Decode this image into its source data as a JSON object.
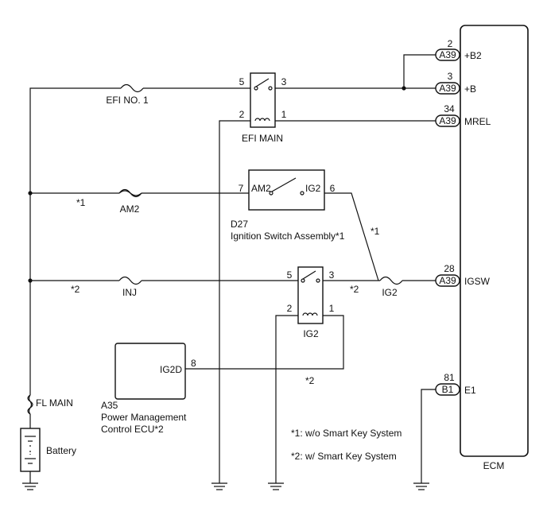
{
  "ecm": {
    "label": "ECM"
  },
  "pins": [
    {
      "num": "2",
      "conn": "A39",
      "name": "+B2"
    },
    {
      "num": "3",
      "conn": "A39",
      "name": "+B"
    },
    {
      "num": "34",
      "conn": "A39",
      "name": "MREL"
    },
    {
      "num": "28",
      "conn": "A39",
      "name": "IGSW"
    },
    {
      "num": "81",
      "conn": "B1",
      "name": "E1"
    }
  ],
  "fuses": {
    "efi_no1": "EFI NO. 1",
    "am2": "AM2",
    "inj": "INJ",
    "ig2": "IG2",
    "fl_main": "FL MAIN"
  },
  "relay_efi_main": {
    "label": "EFI MAIN",
    "p5": "5",
    "p3": "3",
    "p2": "2",
    "p1": "1"
  },
  "relay_ig2": {
    "label": "IG2",
    "p5": "5",
    "p3": "3",
    "p2": "2",
    "p1": "1"
  },
  "ignition_switch": {
    "id": "D27",
    "name": "Ignition Switch Assembly*1",
    "am2": "AM2",
    "ig2": "IG2",
    "p7": "7",
    "p6": "6"
  },
  "pm_ecu": {
    "id": "A35",
    "line1": "Power Management",
    "line2": "Control ECU*2",
    "pin_name": "IG2D",
    "pin_num": "8"
  },
  "battery": {
    "label": "Battery"
  },
  "marks": {
    "m1": "*1",
    "m2": "*2"
  },
  "notes": {
    "n1": "*1: w/o Smart Key System",
    "n2": "*2: w/ Smart Key System"
  }
}
